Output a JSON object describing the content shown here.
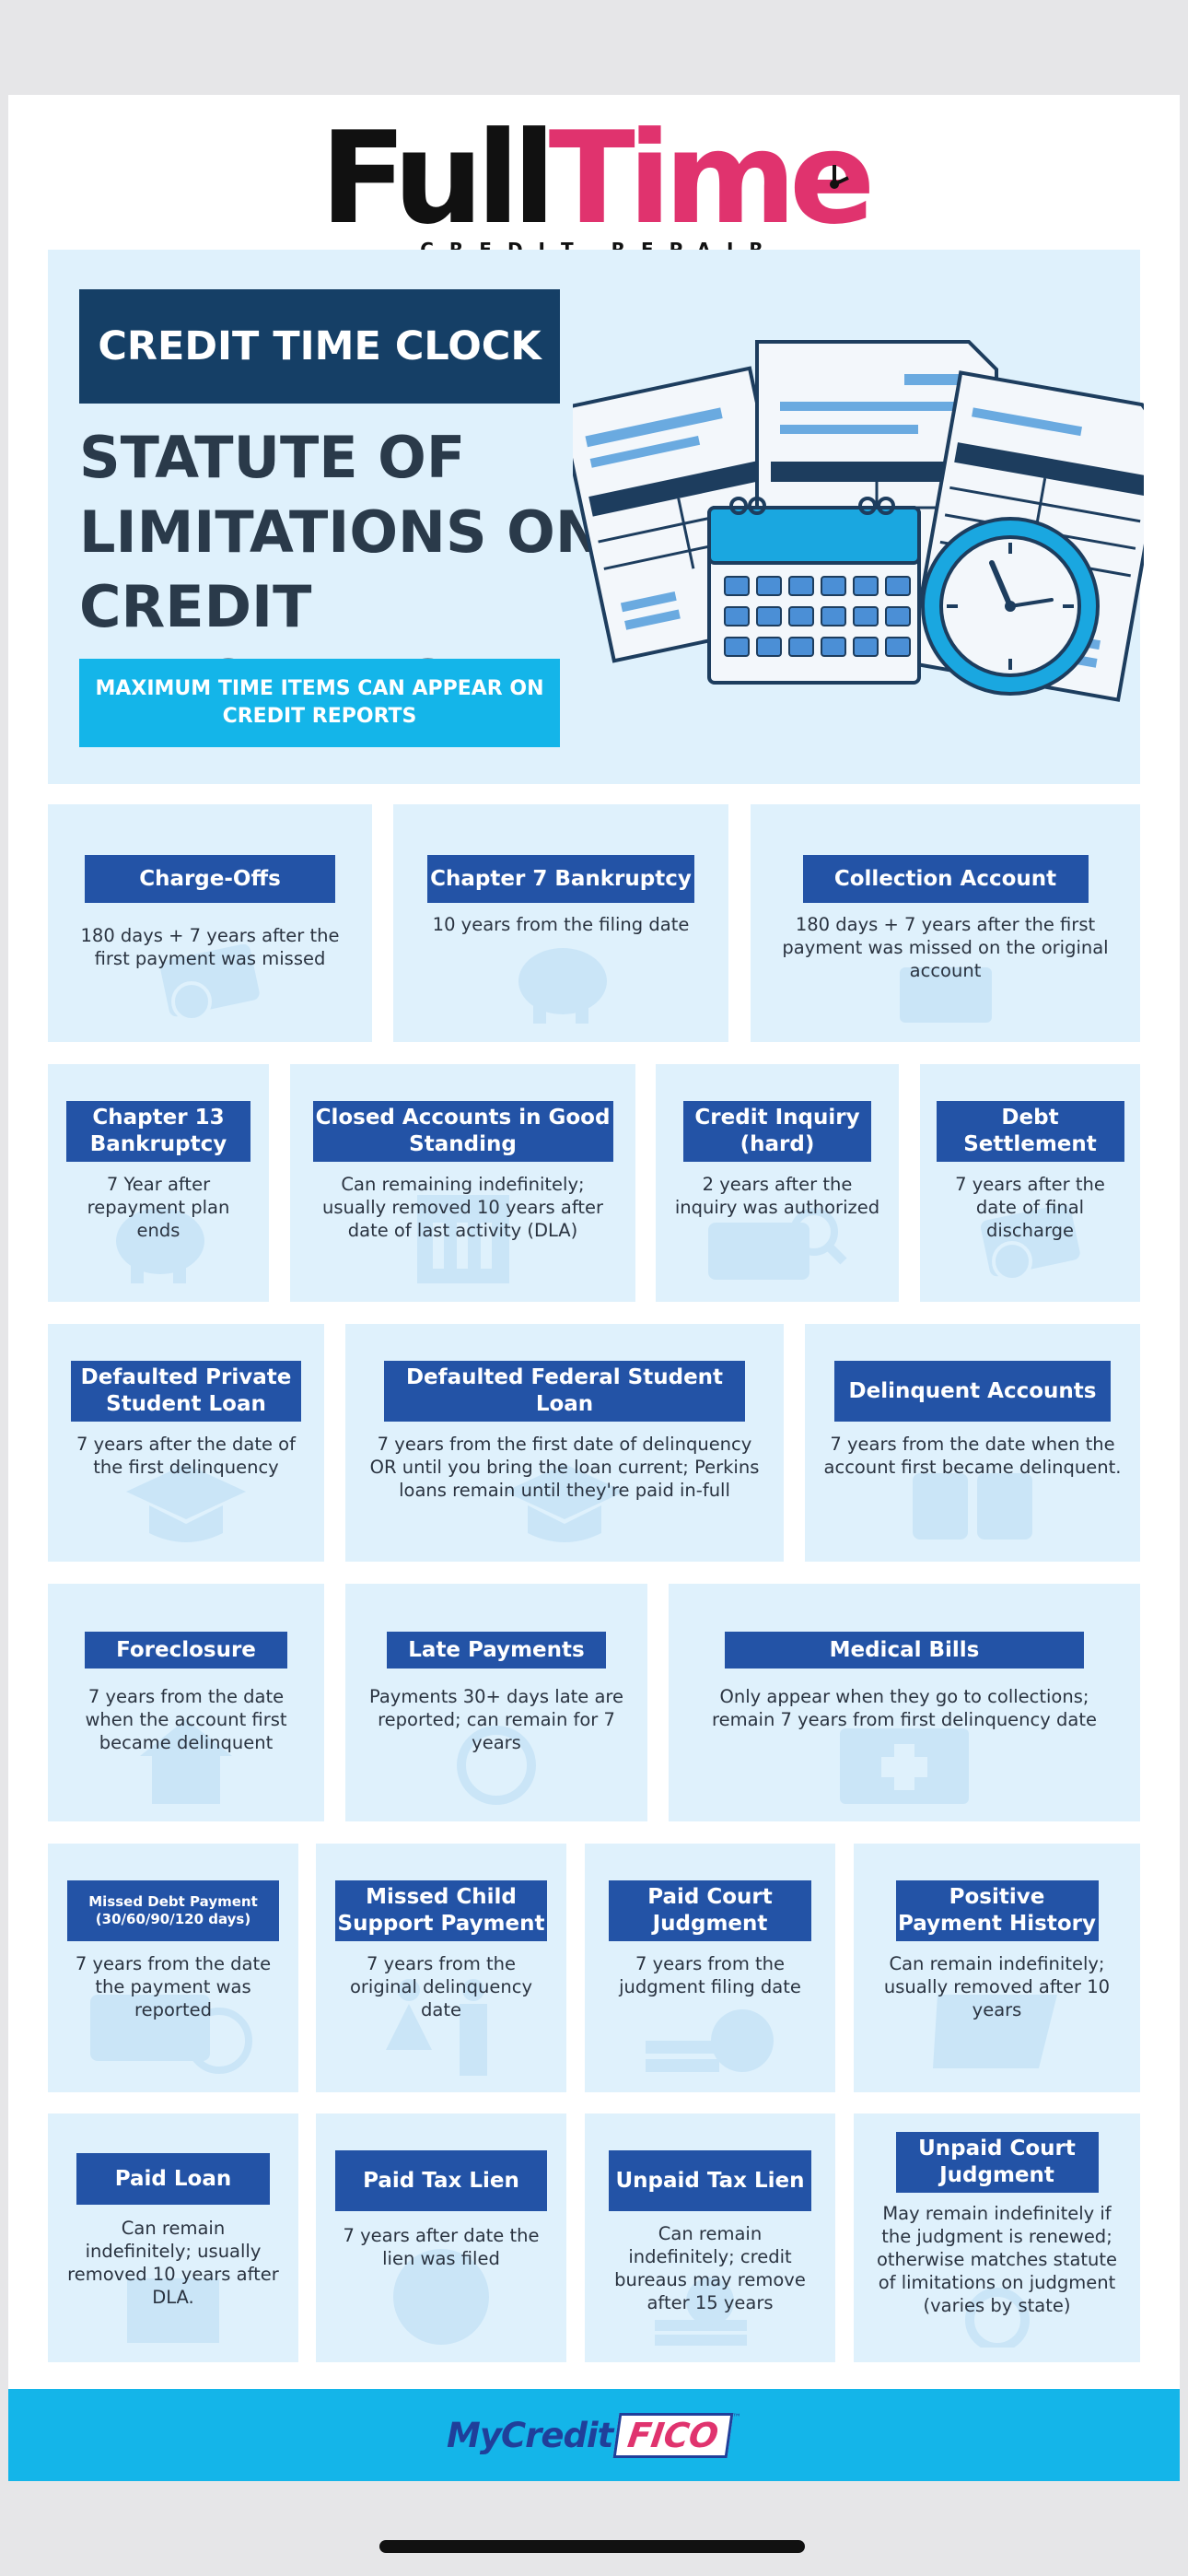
{
  "logo": {
    "word_full": "Full",
    "word_time": "Time",
    "subtitle": "CREDIT REPAIR"
  },
  "hero": {
    "tag": "CREDIT TIME CLOCK",
    "title_lines": [
      "STATUTE OF",
      "LIMITATIONS ON",
      "CREDIT REPORTING"
    ],
    "subtitle": "MAXIMUM TIME ITEMS CAN APPEAR ON CREDIT REPORTS"
  },
  "cards": [
    {
      "label": "Charge-Offs",
      "desc": "180 days + 7 years after the first payment was missed",
      "icon": "credit-card-icon"
    },
    {
      "label": "Chapter 7 Bankruptcy",
      "desc": "10 years from the filing date",
      "icon": "piggy-bank-icon"
    },
    {
      "label": "Collection Account",
      "desc": "180 days + 7 years after the first payment was missed on the original account",
      "icon": "inbox-icon"
    },
    {
      "label": "Chapter 13 Bankruptcy",
      "desc": "7 Year after repayment plan ends",
      "icon": "piggy-bank-icon"
    },
    {
      "label": "Closed Accounts in Good Standing",
      "desc": "Can remaining indefinitely; usually removed 10 years after date of last activity (DLA)",
      "icon": "bank-icon"
    },
    {
      "label": "Credit Inquiry (hard)",
      "desc": "2 years after the inquiry was authorized",
      "icon": "card-search-icon"
    },
    {
      "label": "Debt Settlement",
      "desc": "7 years after the date of final discharge",
      "icon": "credit-card-icon"
    },
    {
      "label": "Defaulted Private Student Loan",
      "desc": "7 years after the date of the first delinquency",
      "icon": "graduation-cap-icon"
    },
    {
      "label": "Defaulted Federal Student Loan",
      "desc": "7 years from the first date of delinquency OR until you bring the loan current; Perkins loans remain until they're paid in-full",
      "icon": "graduation-cap-icon"
    },
    {
      "label": "Delinquent Accounts",
      "desc": "7 years from the date when the account first became delinquent.",
      "icon": "broken-card-icon"
    },
    {
      "label": "Foreclosure",
      "desc": "7 years from the date when the account first became delinquent",
      "icon": "house-dollar-icon"
    },
    {
      "label": "Late Payments",
      "desc": "Payments 30+ days late are reported; can remain for 7 years",
      "icon": "alarm-clock-icon"
    },
    {
      "label": "Medical Bills",
      "desc": "Only appear when they go to collections; remain 7 years from first delinquency date",
      "icon": "medical-kit-icon"
    },
    {
      "label": "Missed Debt Payment (30/60/90/120 days)",
      "desc": "7 years from the date the payment was reported",
      "icon": "card-blocked-icon"
    },
    {
      "label": "Missed Child Support Payment",
      "desc": "7 years from the original delinquency date",
      "icon": "family-icon"
    },
    {
      "label": "Paid Court Judgment",
      "desc": "7 years from the judgment filing date",
      "icon": "coins-icon"
    },
    {
      "label": "Positive Payment History",
      "desc": "Can remain indefinitely; usually removed after 10 years",
      "icon": "folder-icon"
    },
    {
      "label": "Paid Loan",
      "desc": "Can remain indefinitely; usually removed 10 years after DLA.",
      "icon": "document-icon"
    },
    {
      "label": "Paid Tax Lien",
      "desc": "7 years after date the lien was filed",
      "icon": "dollar-coin-icon"
    },
    {
      "label": "Unpaid Tax Lien",
      "desc": "Can remain indefinitely; credit bureaus may remove after 15 years",
      "icon": "coin-stack-icon"
    },
    {
      "label": "Unpaid Court Judgment",
      "desc": "May remain indefinitely if the judgment is renewed; otherwise matches statute of limitations on judgment (varies by state)",
      "icon": "circle-icon"
    }
  ],
  "footer": {
    "brand_my": "MyCredit",
    "brand_fico": "FICO",
    "tm": "™"
  },
  "colors": {
    "card_bg": "#dff1fc",
    "label_bg": "#2353a6",
    "navy": "#153f66",
    "cyan": "#14b5e9",
    "pink": "#e0336e"
  }
}
